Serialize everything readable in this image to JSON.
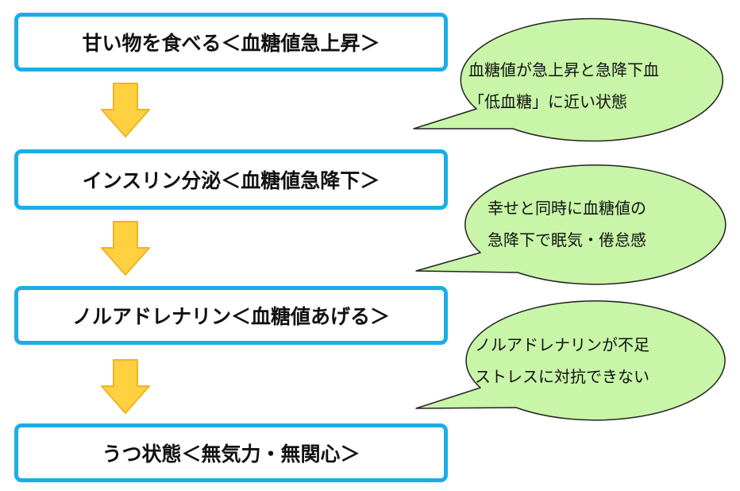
{
  "colors": {
    "box_border": "#1aaee8",
    "arrow_fill": "#ffd040",
    "arrow_stroke": "#f0b420",
    "bubble_fill": "#c8f5a8",
    "bubble_stroke": "#222222"
  },
  "steps": [
    {
      "label": "甘い物を食べる＜血糖値急上昇＞"
    },
    {
      "label": "インスリン分泌＜血糖値急降下＞"
    },
    {
      "label": "ノルアドレナリン＜血糖値あげる＞"
    },
    {
      "label": "うつ状態＜無気力・無関心＞"
    }
  ],
  "notes": [
    {
      "line1": "血糖値が急上昇と急降下血",
      "line2": "「低血糖」に近い状態"
    },
    {
      "line1": "幸せと同時に血糖値の",
      "line2": "急降下で眠気・倦怠感"
    },
    {
      "line1": "ノルアドレナリンが不足",
      "line2": "ストレスに対抗できない"
    }
  ]
}
